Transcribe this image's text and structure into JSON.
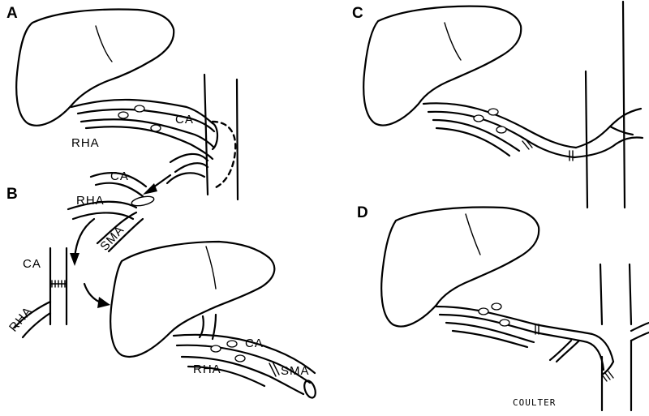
{
  "panels": {
    "a": {
      "letter": "A",
      "labels": {
        "ca": "CA",
        "rha": "RHA"
      }
    },
    "b": {
      "letter": "B",
      "labels": {
        "ca_upper": "CA",
        "rha_upper": "RHA",
        "sma_upper": "SMA",
        "ca_lower": "CA",
        "rha_lower": "RHA",
        "ca_liver": "CA",
        "rha_liver": "RHA",
        "sma_liver": "SMA"
      }
    },
    "c": {
      "letter": "C"
    },
    "d": {
      "letter": "D"
    }
  },
  "signature": "COULTER",
  "colors": {
    "ink": "#000000",
    "background": "#ffffff"
  }
}
